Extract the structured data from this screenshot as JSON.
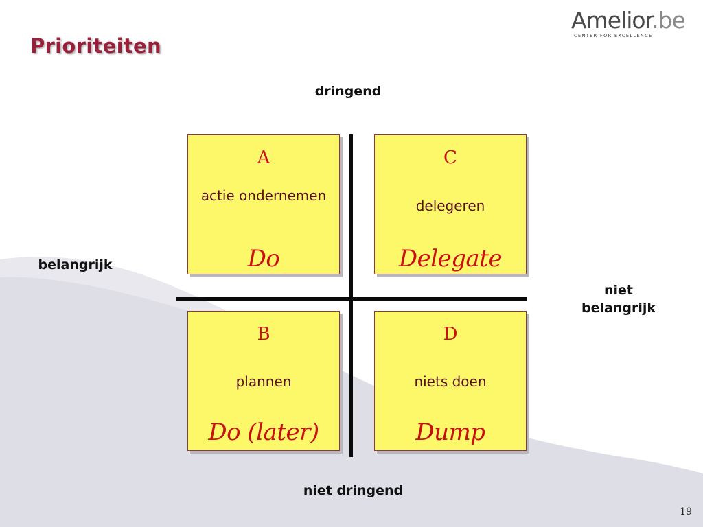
{
  "slide": {
    "title": "Prioriteiten",
    "page_number": "19"
  },
  "logo": {
    "name": "Amelior",
    "suffix": ".be",
    "tagline": "CENTER FOR EXCELLENCE"
  },
  "axes": {
    "top": "dringend",
    "bottom": "niet dringend",
    "left": "belangrijk",
    "right": "niet belangrijk"
  },
  "quadrants": [
    {
      "letter": "A",
      "dutch": "actie ondernemen",
      "english": "Do"
    },
    {
      "letter": "C",
      "dutch": "delegeren",
      "english": "Delegate"
    },
    {
      "letter": "B",
      "dutch": "plannen",
      "english": "Do (later)"
    },
    {
      "letter": "D",
      "dutch": "niets doen",
      "english": "Dump"
    }
  ],
  "colors": {
    "title": "#9a1f3a",
    "quadrant_fill": "#fcf86a",
    "letter_accent": "#c81010",
    "dutch_text": "#5a0e1a",
    "background_wave": "#dedee6"
  }
}
